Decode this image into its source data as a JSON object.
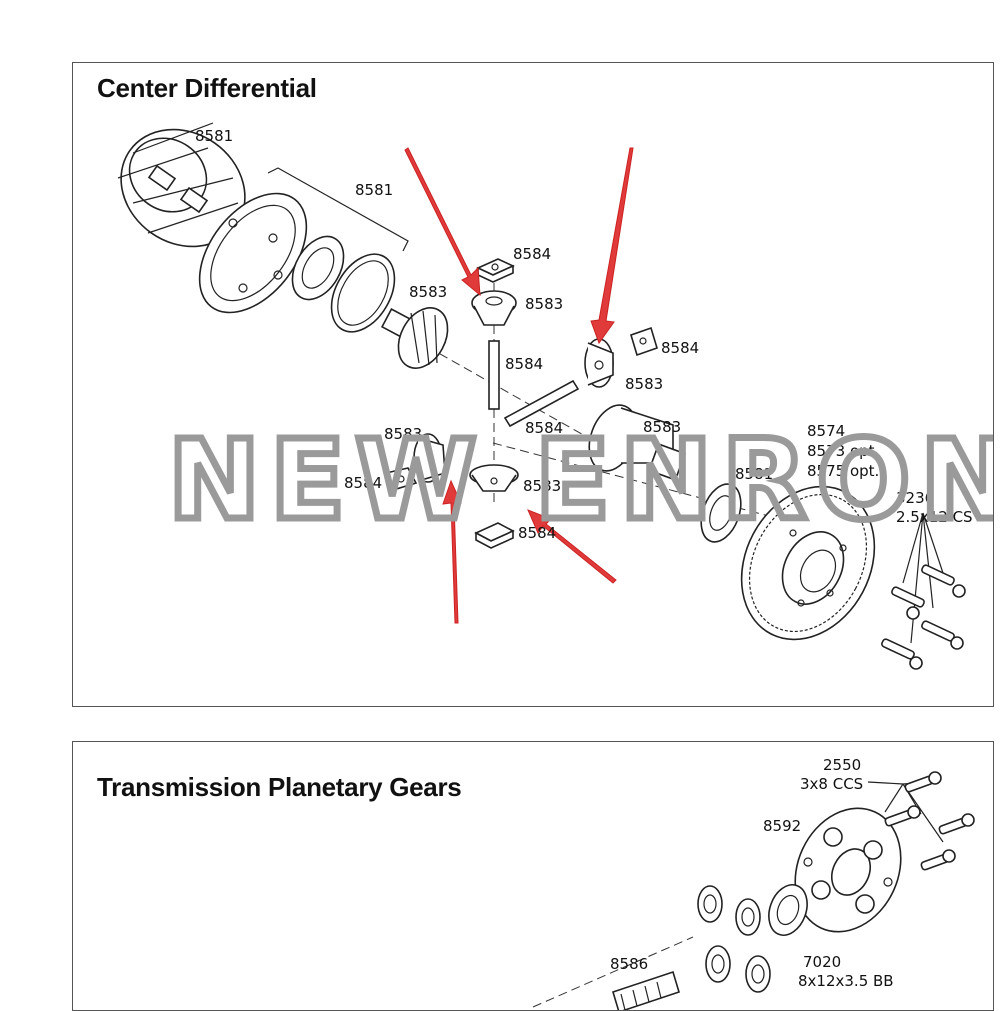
{
  "panels": {
    "top_title": "Center Differential",
    "bottom_title": "Transmission Planetary Gears"
  },
  "watermark": "NEW ENRON",
  "colors": {
    "arrow": "#e03a3a",
    "line": "#222222",
    "watermark": "#9a9a9a"
  },
  "top_labels": {
    "housing": "8581",
    "gasket_bracket": "8581",
    "pinion_top": "8584",
    "gear_top": "8583",
    "side_gear_left": "8583",
    "shaft_short": "8584",
    "pinion_right": "8584",
    "gear_right": "8583",
    "gear_left": "8583",
    "shaft_long": "8584",
    "side_gear_right": "8583",
    "pinion_left": "8584",
    "gear_bottom": "8583",
    "pinion_bottom": "8584",
    "seal_right": "8581",
    "spur_part": "8574",
    "spur_opt1": "8573 opt.",
    "spur_opt2": "8575 opt.",
    "screw_part": "3236",
    "screw_size": "2.5x12 CS"
  },
  "bottom_labels": {
    "screw_part": "2550",
    "screw_size": "3x8 CCS",
    "carrier": "8592",
    "planet_shaft": "8586",
    "bearing_part": "7020",
    "bearing_size": "8x12x3.5 BB"
  }
}
